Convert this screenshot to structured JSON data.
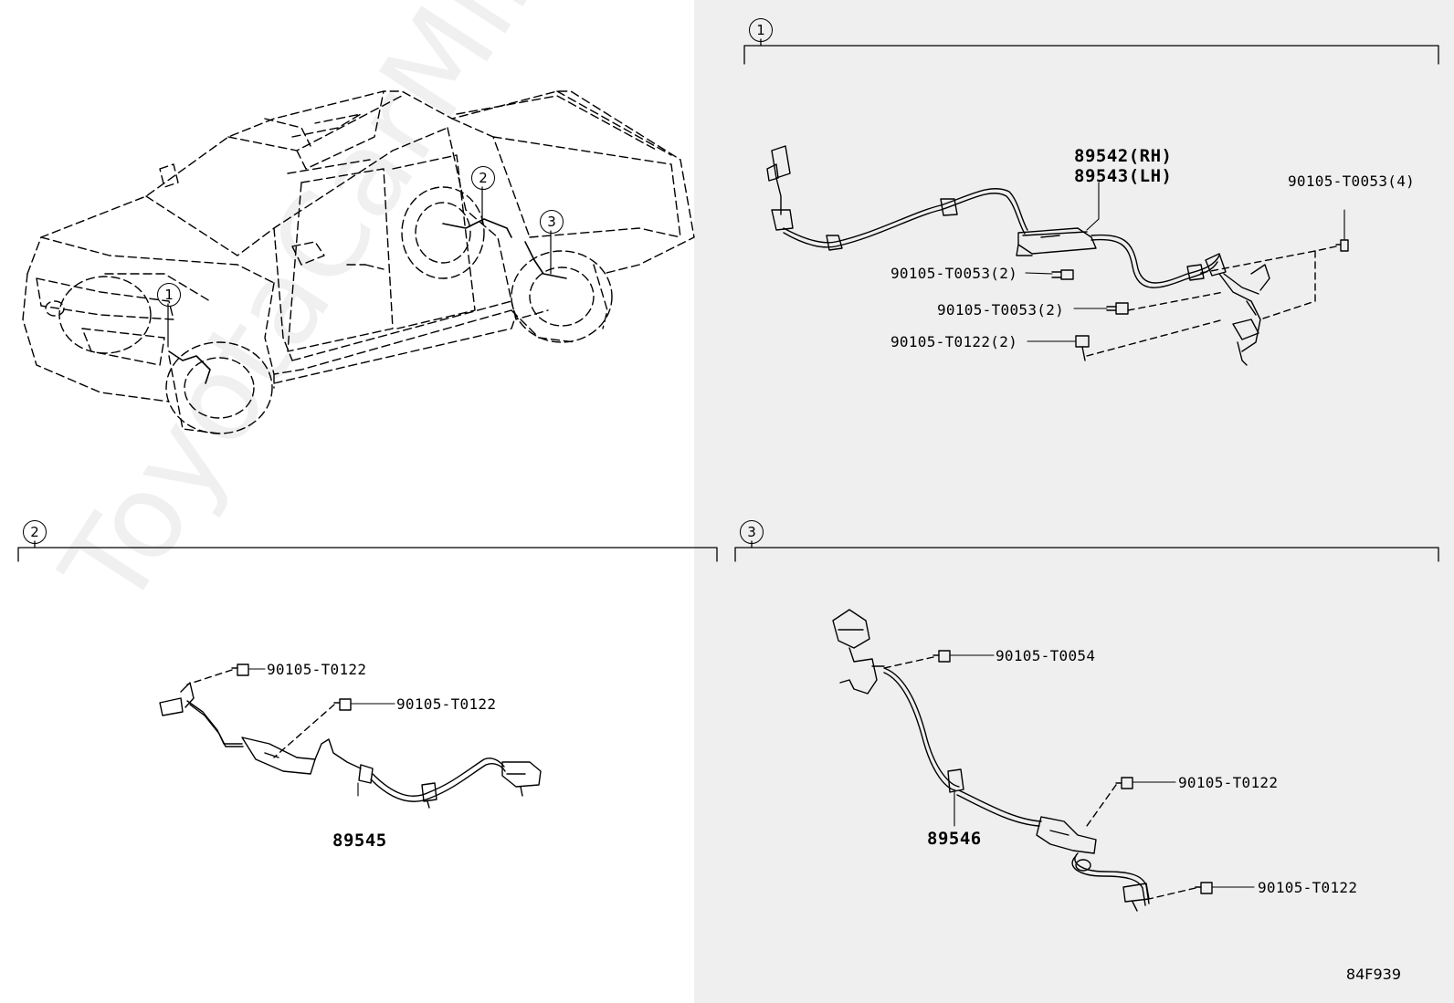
{
  "watermark": "ToyotaCarMine.ru",
  "figure_code": "84F939",
  "truck_callouts": [
    "1",
    "2",
    "3"
  ],
  "sections": [
    {
      "number": "1",
      "parts": [
        "89542(RH)",
        "89543(LH)"
      ],
      "fasteners": [
        "90105-T0053(4)",
        "90105-T0053(2)",
        "90105-T0053(2)",
        "90105-T0122(2)"
      ]
    },
    {
      "number": "2",
      "parts": [
        "89545"
      ],
      "fasteners": [
        "90105-T0122",
        "90105-T0122"
      ]
    },
    {
      "number": "3",
      "parts": [
        "89546"
      ],
      "fasteners": [
        "90105-T0054",
        "90105-T0122",
        "90105-T0122"
      ]
    }
  ]
}
